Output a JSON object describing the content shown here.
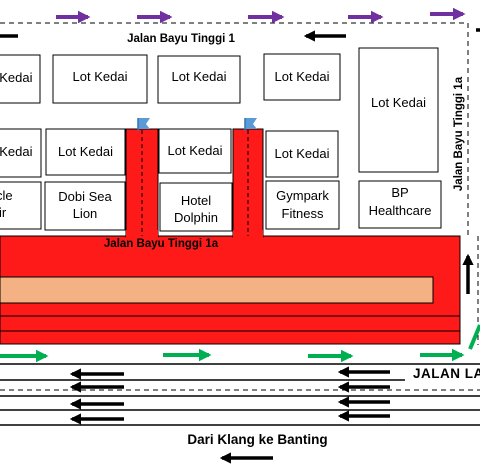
{
  "roads": {
    "top": "Jalan Bayu Tinggi 1",
    "middle": "Jalan Bayu Tinggi 1a",
    "right": "Jalan Bayu Tinggi 1a",
    "main": "JALAN LA",
    "direction": "Dari Klang ke Banting"
  },
  "lots": {
    "r1c1": "Lot Kedai",
    "r1c2": "Lot Kedai",
    "r1c3": "Lot Kedai",
    "r1c4": "Lot Kedai",
    "r1c5": "Lot Kedai",
    "r2c1": "Lot Kedai",
    "r2c2": "Lot Kedai",
    "r2c3": "Lot Kedai",
    "r2c4": "Lot Kedai"
  },
  "shops": {
    "s1_line1": "cle",
    "s1_line2": "ir",
    "s2_line1": "Dobi Sea",
    "s2_line2": "Lion",
    "s3_line1": "Hotel",
    "s3_line2": "Dolphin",
    "s4_line1": "Gympark",
    "s4_line2": "Fitness",
    "s5_line1": "BP",
    "s5_line2": "Healthcare"
  },
  "colors": {
    "road_red": "#ff1a1a",
    "median": "#f4b183",
    "arrow_purple": "#7030a0",
    "arrow_green": "#00b050",
    "arrow_black": "#000000",
    "flag_blue": "#5b9bd5"
  }
}
